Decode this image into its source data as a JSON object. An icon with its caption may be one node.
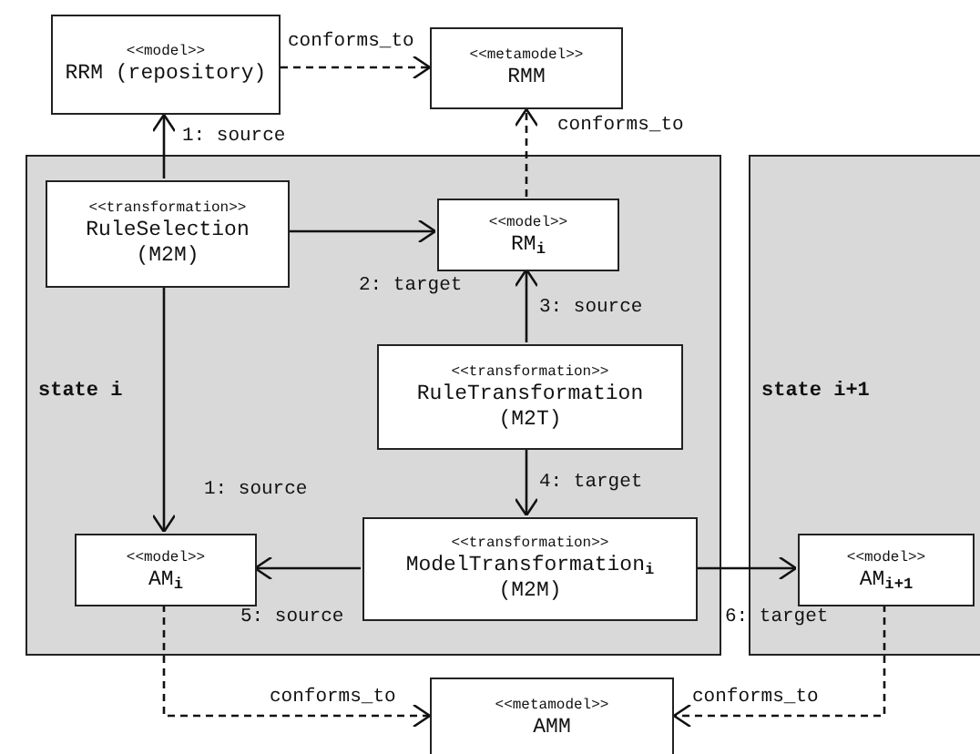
{
  "diagram": {
    "nodes": [
      {
        "text": [
          "<<model>>",
          "RRM (repository)"
        ]
      },
      {
        "text": [
          "<<metamodel>>",
          "RMM"
        ]
      },
      {
        "text": [
          "state i"
        ]
      },
      {
        "text": [
          "<<transformation>>",
          "RuleSelection (M2M)"
        ],
        "in": 2
      },
      {
        "text": [
          "<<model>>",
          "RM$_{i}$"
        ],
        "in": 2
      },
      {
        "text": [
          "<<transformation>>",
          "RuleTransformation (M2T)"
        ],
        "in": 2
      },
      {
        "text": [
          "<<model>>",
          "AM$_{i}$"
        ],
        "in": 2
      },
      {
        "text": [
          "<<transformation>>",
          "ModelTransformation$_{i}$ (M2M)"
        ],
        "in": 2
      },
      {
        "text": [
          "state i+1"
        ]
      },
      {
        "text": [
          "<<model>>",
          "AM$_{i+1}$"
        ],
        "in": 8
      },
      {
        "text": [
          "<<metamodel>>",
          "AMM"
        ]
      }
    ],
    "edges": [
      {
        "from": 0,
        "to": 1,
        "arrow": "to",
        "style": "dashed",
        "label": "conforms_to"
      },
      {
        "from": 3,
        "to": 0,
        "arrow": "to",
        "label": "1: source"
      },
      {
        "from": 4,
        "to": 1,
        "arrow": "to",
        "style": "dashed",
        "label": "conforms_to"
      },
      {
        "from": 3,
        "to": 4,
        "arrow": "to",
        "label": "2: target"
      },
      {
        "from": 5,
        "to": 4,
        "arrow": "to",
        "label": "3: source"
      },
      {
        "from": 3,
        "to": 6,
        "arrow": "to",
        "label": "1: source"
      },
      {
        "from": 5,
        "to": 7,
        "arrow": "to",
        "label": "4: target"
      },
      {
        "from": 7,
        "to": 6,
        "arrow": "to",
        "label": "5: source"
      },
      {
        "from": 7,
        "to": 9,
        "arrow": "to",
        "label": "6: target"
      },
      {
        "from": 6,
        "to": 10,
        "arrow": "to",
        "style": "dashed",
        "label": "conforms_to"
      },
      {
        "from": 9,
        "to": 10,
        "arrow": "to",
        "style": "dashed",
        "label": "conforms_to"
      }
    ]
  }
}
